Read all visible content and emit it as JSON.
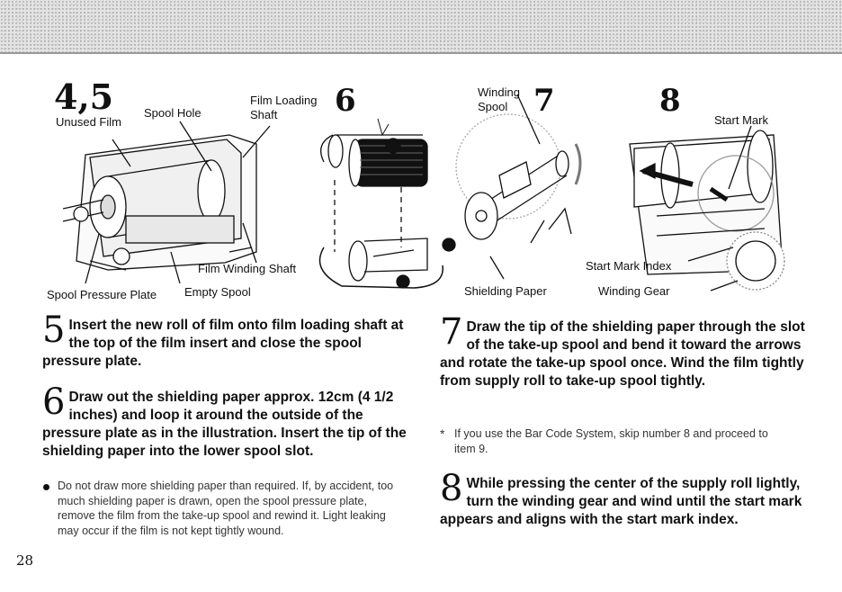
{
  "fig1": {
    "step": "4,5",
    "unused_film": "Unused Film",
    "spool_hole": "Spool Hole",
    "film_loading_shaft_1": "Film Loading",
    "film_loading_shaft_2": "Shaft",
    "step6": "6",
    "film_winding_shaft": "Film Winding Shaft",
    "spool_pressure_plate": "Spool Pressure Plate",
    "empty_spool": "Empty Spool"
  },
  "fig2": {
    "winding_spool_1": "Winding",
    "winding_spool_2": "Spool",
    "step7": "7",
    "shielding_paper": "Shielding Paper",
    "step8": "8",
    "start_mark": "Start Mark",
    "start_mark_index": "Start Mark Index",
    "winding_gear": "Winding Gear"
  },
  "step5": {
    "num": "5",
    "text": "Insert the new roll of film onto film loading shaft at the top of the film insert and close the spool pressure plate."
  },
  "step6": {
    "num": "6",
    "text": "Draw out the shielding paper approx. 12cm (4 1/2 inches) and loop it around the outside of the pressure plate as in the illustration. Insert the tip of the shielding paper into the lower spool slot."
  },
  "note_left": "Do not draw more shielding paper than required. If, by accident, too much shielding paper is drawn, open the spool pressure plate, remove the film from the take-up spool and rewind it. Light leaking may occur if the film is not kept tightly wound.",
  "step7": {
    "num": "7",
    "text": "Draw the tip of the shielding paper through the slot of the take-up spool and bend it toward the arrows and rotate the take-up spool once. Wind the film tightly from supply roll to take-up spool tightly."
  },
  "note_right": "If you use the Bar Code System, skip number 8 and proceed to item 9.",
  "note_right_mark": "*",
  "step8": {
    "num": "8",
    "text": "While pressing the center of the supply roll lightly, turn the winding gear and wind until the start mark appears and aligns with the start mark index."
  },
  "page_number": "28"
}
